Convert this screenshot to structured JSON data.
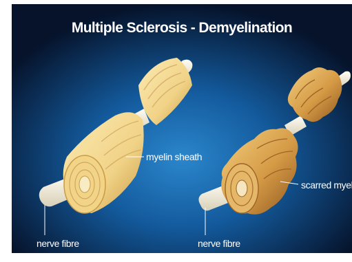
{
  "title": "Multiple Sclerosis - Demyelination",
  "labels": {
    "myelin_sheath": "myelin sheath",
    "scarred_myelin": "scarred myelin",
    "nerve_fibre_left": "nerve fibre",
    "nerve_fibre_right": "nerve fibre"
  },
  "colors": {
    "background_center": "#1f6fb3",
    "background_edge": "#06132b",
    "sheath": "#f3d98e",
    "sheath_shadow": "#c99a45",
    "scarred": "#d9a651",
    "scarred_dark": "#9c6425",
    "nerve": "#f3efe0"
  }
}
